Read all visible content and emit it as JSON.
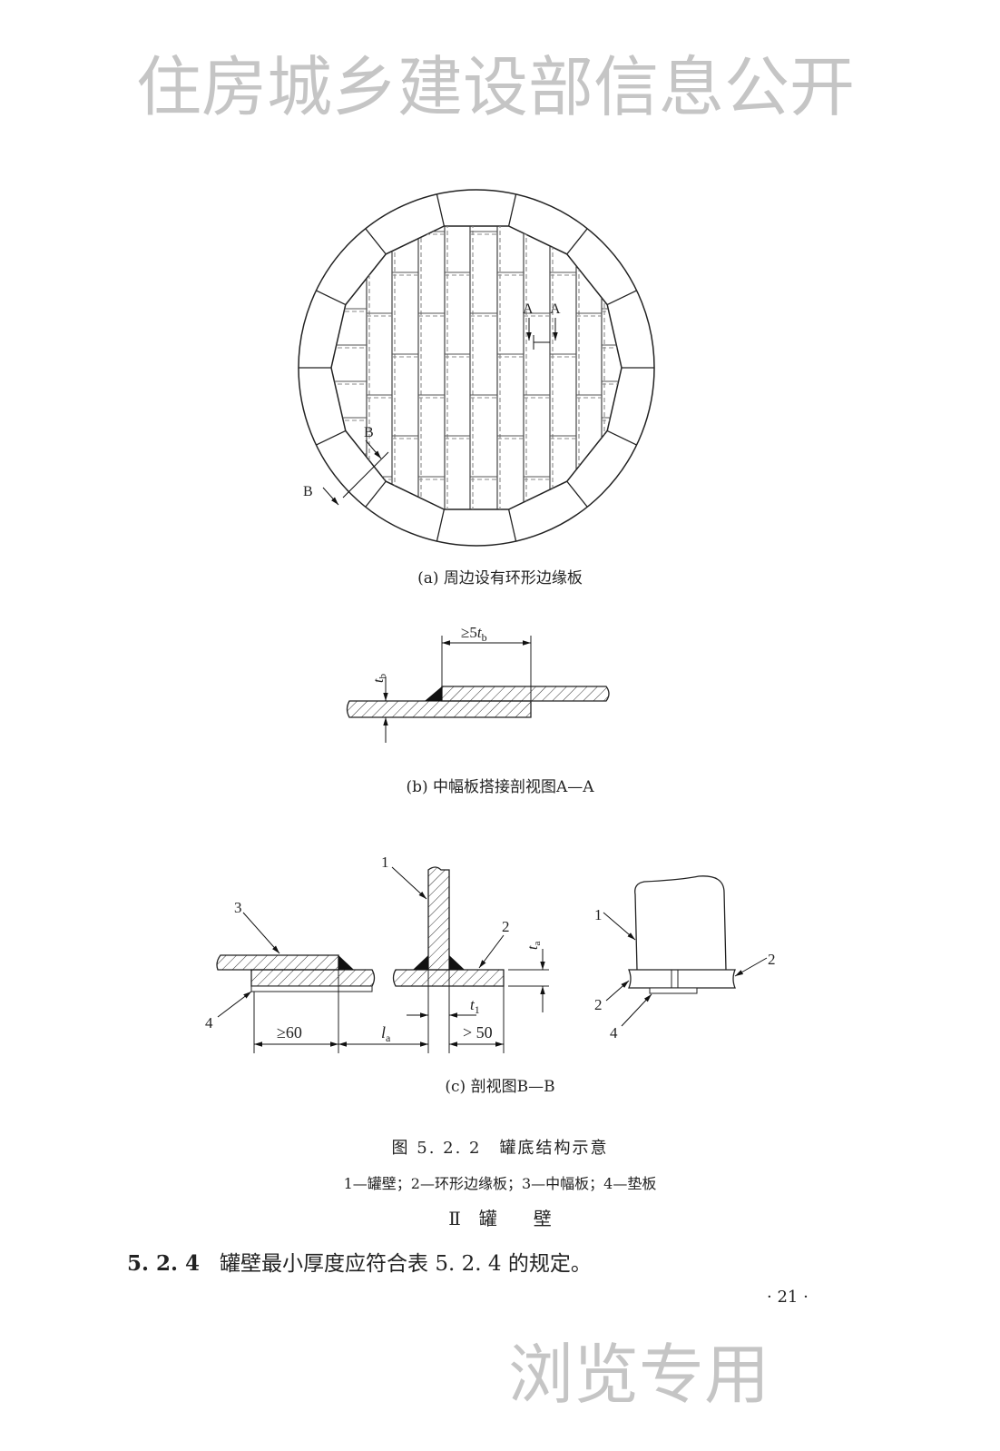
{
  "figure_a": {
    "caption": "(a) 周边设有环形边缘板",
    "section_labels": {
      "a": "A",
      "b": "B"
    }
  },
  "figure_b": {
    "caption": "(b) 中幅板搭接剖视图A—A",
    "dim_overlap": "≥5",
    "dim_overlap_sym": "t",
    "dim_overlap_sub": "b",
    "thickness_sym": "t",
    "thickness_sub": "b"
  },
  "figure_c": {
    "caption": "(c) 剖视图B—B",
    "callouts": {
      "n1": "1",
      "n2": "2",
      "n3": "3",
      "n4": "4"
    },
    "dim_60": "≥60",
    "dim_la_sym": "l",
    "dim_la_sub": "a",
    "dim_50": "> 50",
    "dim_t1_sym": "t",
    "dim_t1_sub": "1",
    "dim_ta_sym": "t",
    "dim_ta_sub": "a"
  },
  "figure_title": "图 5. 2. 2　罐底结构示意",
  "legend": "1—罐壁；2—环形边缘板；3—中幅板；4—垫板",
  "section_heading": "Ⅱ　罐　　壁",
  "clause": {
    "number": "5. 2. 4",
    "text": "罐壁最小厚度应符合表 5. 2. 4 的规定。"
  },
  "page_number": "· 21 ·",
  "watermark": {
    "line1": "住房城乡建设部信息公开",
    "line2": "浏览专用"
  }
}
